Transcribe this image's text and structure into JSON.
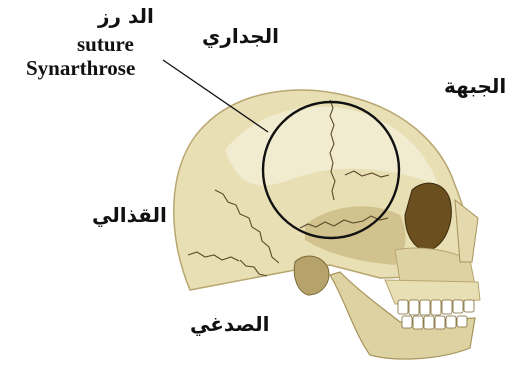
{
  "labels": {
    "suture_ar": "الد رز",
    "suture_en": "suture",
    "synarthrose": "Synarthrose",
    "parietal": "الجداري",
    "frontal": "الجبهة",
    "occipital": "القذالي",
    "temporal": "الصدغي"
  },
  "colors": {
    "bone": "#e8dfb4",
    "bone_light": "#f1ecd0",
    "bone_shade": "#c9b77d",
    "bone_dark": "#8a6a2a",
    "suture_line": "#5a4a2a",
    "outline": "#111111"
  }
}
